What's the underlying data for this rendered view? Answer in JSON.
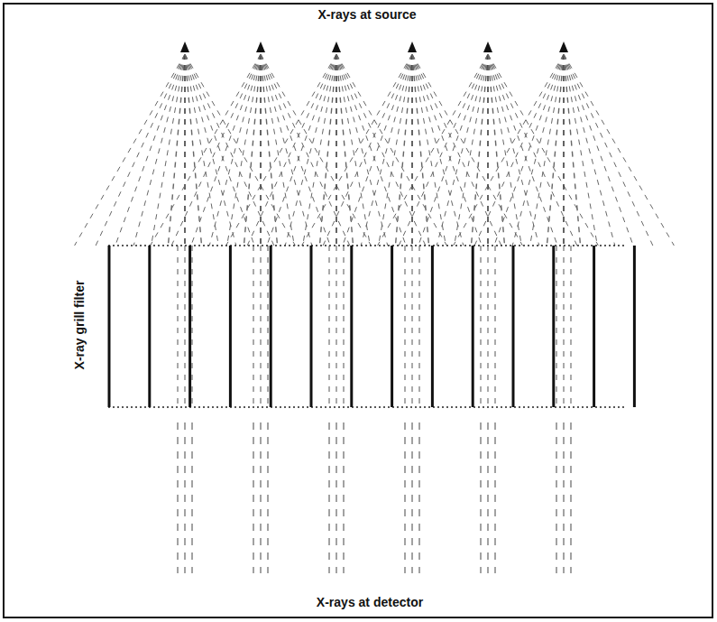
{
  "diagram": {
    "labels": [
      "X-rays at source",
      "X-ray grill filter",
      "X-rays at detector"
    ]
  }
}
